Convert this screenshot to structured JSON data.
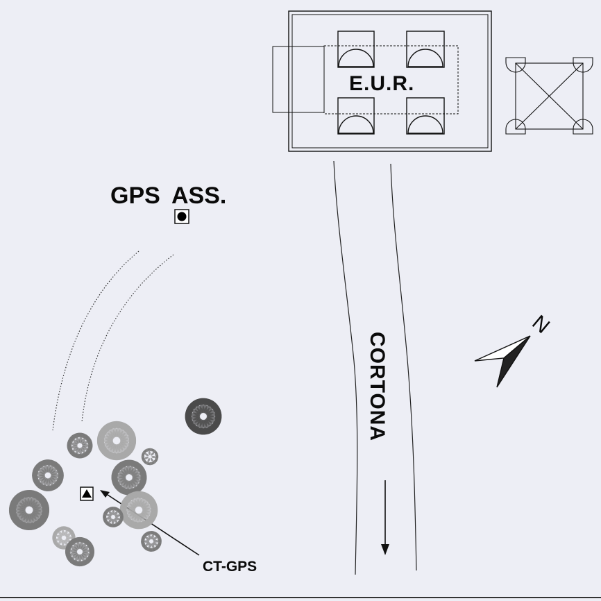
{
  "labels": {
    "building": "E.U.R.",
    "gps_station": "GPS  ASS.",
    "ct_gps": "CT-GPS",
    "road": "CORTONA",
    "north": "N"
  },
  "colors": {
    "background": "#edeef5",
    "ink": "#111111",
    "tree_dark": "#4a4a4a",
    "tree_mid": "#7a7a7a",
    "tree_light": "#a8a8a8"
  },
  "symbols": {
    "gps_station_marker": "filled-circle-in-square",
    "ct_gps_marker": "filled-triangle-in-square",
    "north_arrow": "compass-arrow",
    "trees": "tree-canopy-symbols"
  }
}
